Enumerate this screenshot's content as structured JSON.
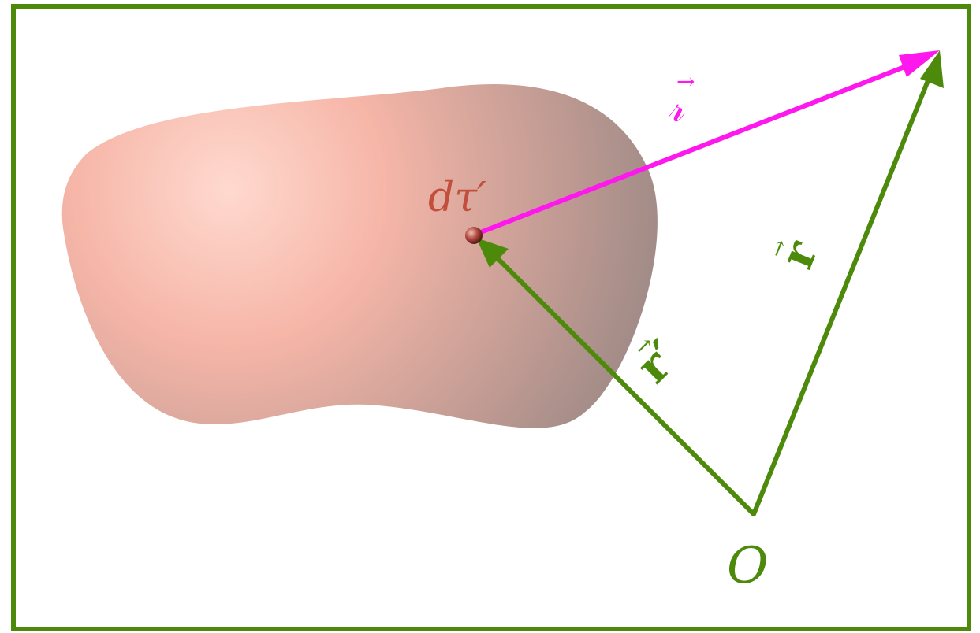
{
  "diagram": {
    "frame_color": "#4d8a0c",
    "body_color": "#c98f86",
    "element_color": "#8a3b34",
    "vector_color_positions": "#4d8a0c",
    "vector_color_separation": "#ff18ee",
    "labels": {
      "volume_element": "dτ′",
      "separation_vector": "𝓇",
      "position_vector": "r",
      "source_position_vector": "r′",
      "origin": "O"
    }
  }
}
